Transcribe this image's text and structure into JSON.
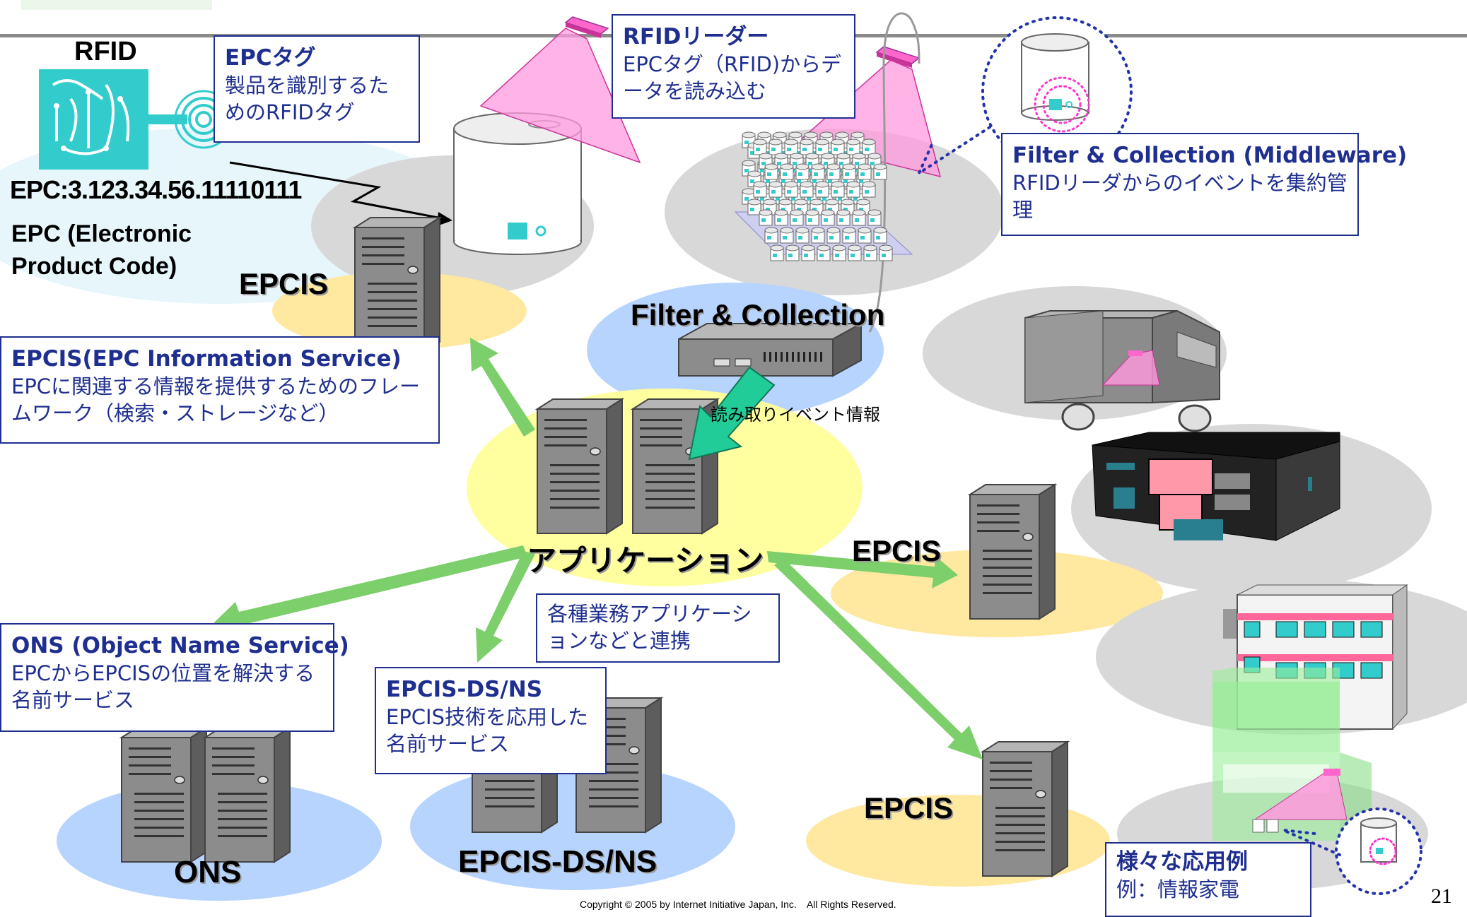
{
  "callouts": {
    "epc_tag": {
      "title": "EPCタグ",
      "desc": "製品を識別するためのRFIDタグ"
    },
    "rfid_reader": {
      "title": "RFIDリーダー",
      "desc": "EPCタグ（RFID)からデータを読み込む"
    },
    "filter_collection": {
      "title": "Filter & Collection (Middleware)",
      "desc": "RFIDリーダからのイベントを集約管理"
    },
    "epcis": {
      "title": "EPCIS(EPC Information Service)",
      "desc": "EPCに関連する情報を提供するためのフレームワーク（検索・ストレージなど）"
    },
    "integration": {
      "desc": "各種業務アプリケーションなどと連携"
    },
    "ons": {
      "title": "ONS (Object Name Service)",
      "desc": "EPCからEPCISの位置を解決する名前サービス"
    },
    "epcis_ds": {
      "title": "EPCIS-DS/NS",
      "desc": "EPCIS技術を応用した名前サービス"
    },
    "examples": {
      "title": "様々な応用例",
      "desc": "例：情報家電"
    }
  },
  "labels": {
    "rfid": "RFID",
    "epc_code": "EPC:3.123.34.56.11110111",
    "epc_full": "EPC (Electronic Product Code)",
    "epcis": "EPCIS",
    "filter_collection": "Filter & Collection",
    "read_event": "読み取りイベント情報",
    "application": "アプリケーション",
    "ons": "ONS",
    "epcis_ds": "EPCIS-DS/NS"
  },
  "footer": {
    "copyright": "Copyright © 2005 by Internet Initiative Japan, Inc.　All Rights Reserved.",
    "page_number": "21"
  },
  "colors": {
    "box_border": "#1f2f8f",
    "arrow_green": "#7ccf6a",
    "server_gray": "#8c8c8c",
    "reader_pink": "#ff66cc",
    "tag_teal": "#33cccc",
    "oval_yellow": "#ffe8a0",
    "oval_blue": "#b7d4ff",
    "oval_gray": "#d8d8d8"
  }
}
